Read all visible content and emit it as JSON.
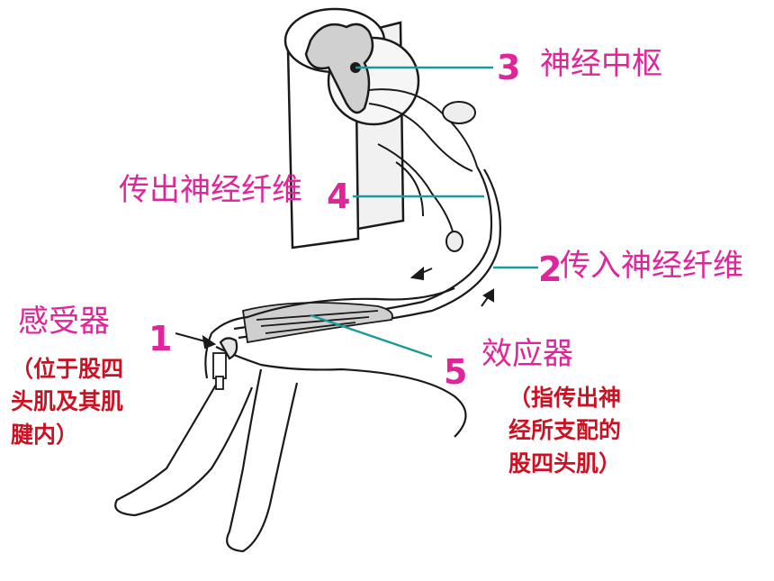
{
  "labels": {
    "center": {
      "num": "3",
      "text": "神经中枢"
    },
    "efferent": {
      "num": "4",
      "text": "传出神经纤维"
    },
    "afferent": {
      "num": "2",
      "text": "传入神经纤维"
    },
    "receptor": {
      "num": "1",
      "text": "感受器",
      "note_lines": [
        "（位于股四",
        "头肌及其肌",
        "腱内）"
      ]
    },
    "effector": {
      "num": "5",
      "text": "效应器",
      "note_lines": [
        "（指传出神",
        "经所支配的",
        "股四头肌）"
      ]
    }
  },
  "colors": {
    "label": "#e0249a",
    "note": "#cc1122",
    "pointer": "#1a9a9a",
    "ink": "#1a1a1a"
  }
}
